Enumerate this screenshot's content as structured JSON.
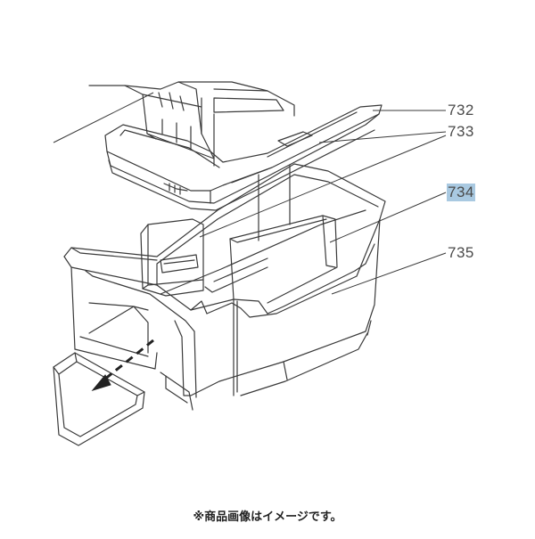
{
  "diagram": {
    "part_labels": [
      {
        "id": "732",
        "text": "732",
        "highlighted": false
      },
      {
        "id": "733",
        "text": "733",
        "highlighted": false
      },
      {
        "id": "734",
        "text": "734",
        "highlighted": true
      },
      {
        "id": "735",
        "text": "735",
        "highlighted": false
      }
    ],
    "highlight_color": "#a9c9e1",
    "line_color": "#3a3a3a",
    "caption": "※商品画像はイメージです。"
  }
}
